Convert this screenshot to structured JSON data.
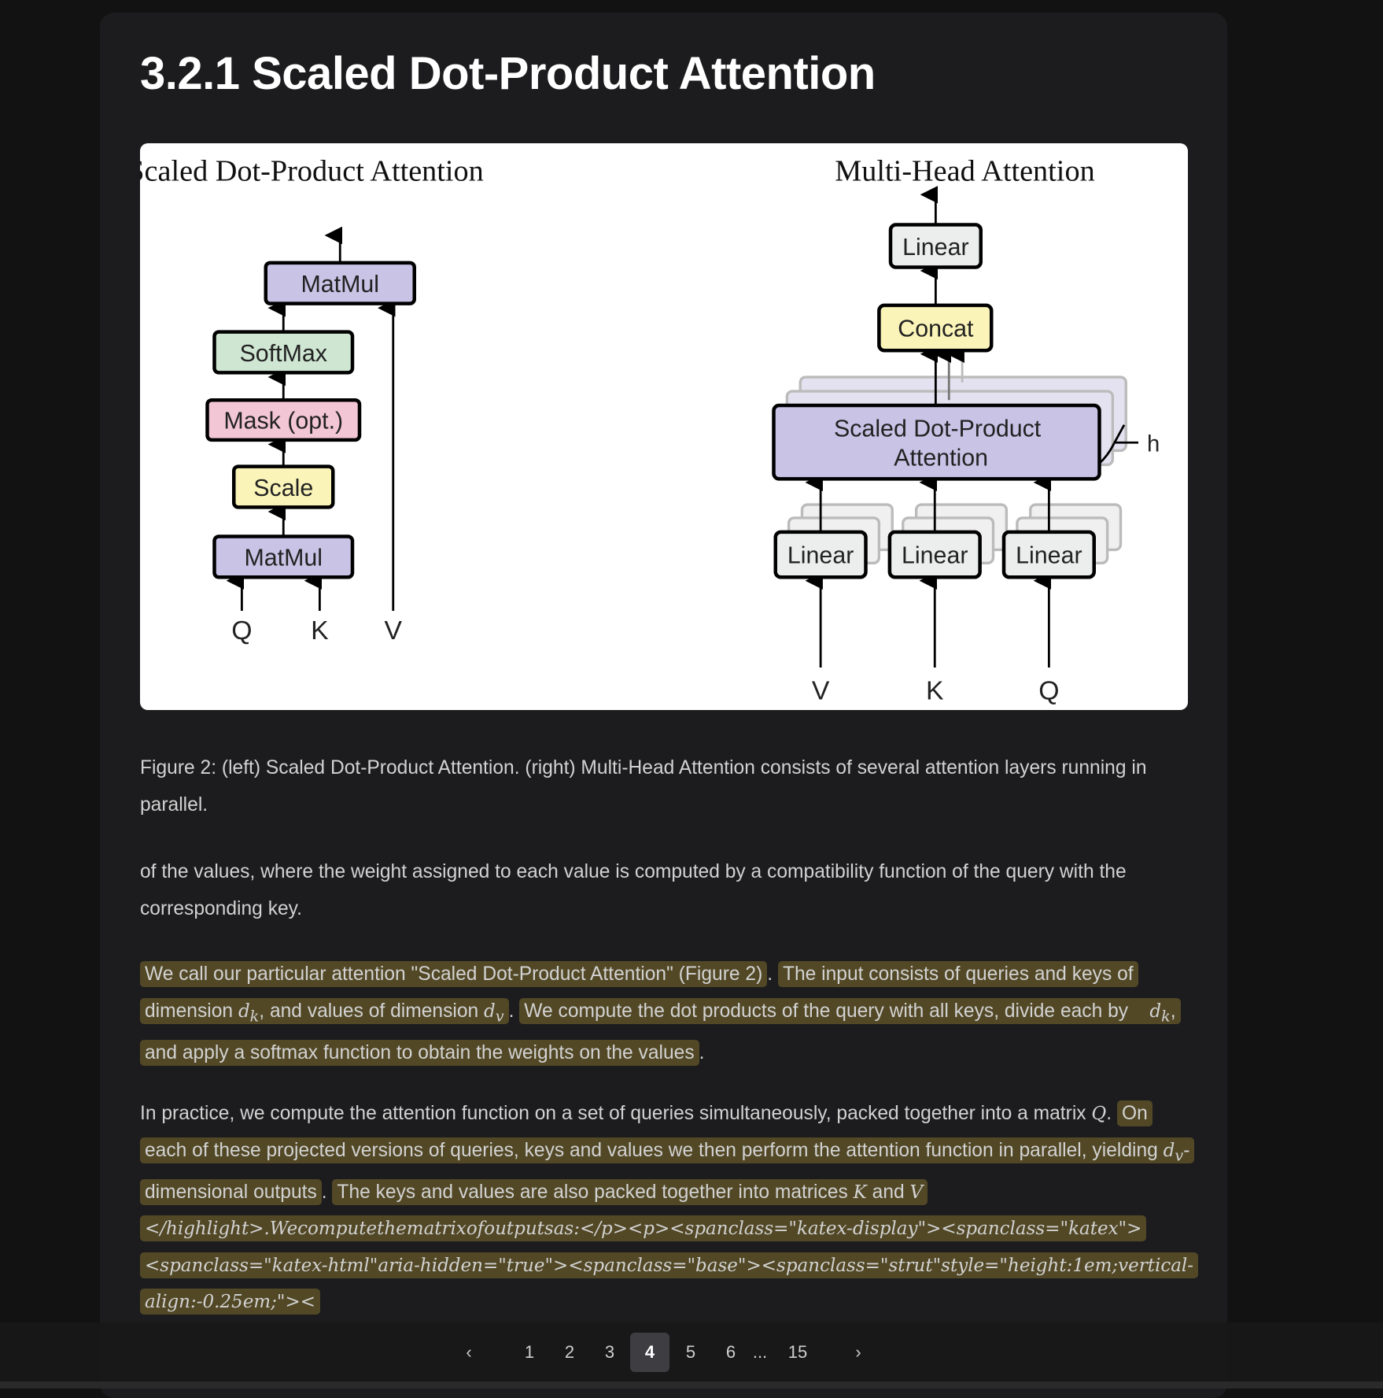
{
  "title": "3.2.1 Scaled Dot-Product Attention",
  "figure": {
    "left_title": "Scaled Dot-Product Attention",
    "right_title": "Multi-Head Attention",
    "left_boxes": [
      "MatMul",
      "SoftMax",
      "Mask (opt.)",
      "Scale",
      "MatMul"
    ],
    "left_inputs": [
      "Q",
      "K",
      "V"
    ],
    "right_top": "Linear",
    "concat": "Concat",
    "sdpa_line1": "Scaled Dot-Product",
    "sdpa_line2": "Attention",
    "h": "h",
    "linear": "Linear",
    "right_inputs": [
      "V",
      "K",
      "Q"
    ]
  },
  "caption": "Figure 2: (left) Scaled Dot-Product Attention. (right) Multi-Head Attention consists of several attention layers running in parallel.",
  "para1": "of the values, where the weight assigned to each value is computed by a compatibility function of the query with the corresponding key.",
  "para2": {
    "h1": "We call our particular attention \"Scaled Dot-Product Attention\" (Figure 2)",
    "h2a": "The input consists of queries and keys of dimension ",
    "dk": "d",
    "k": "k",
    "v": "v",
    "h2b": ", and values of dimension ",
    "h3": "We compute the dot products of the query with all keys, divide each by ",
    "h3b": ", and apply a softmax function to obtain the weights on the values",
    "dot": ".",
    "sep": ". "
  },
  "para3": {
    "t1": "In practice, we compute the attention function on a set of queries simultaneously, packed together into a matrix ",
    "Q": "Q",
    "sep": ". ",
    "h1": "On each of these projected versions of queries, keys and values we then perform the attention function in parallel, yielding ",
    "h1b": "-dimensional outputs",
    "h2": "The keys and values are also packed together into matrices ",
    "K": "K",
    "and": " and ",
    "raw": "V </highlight>.Wecomputethematrixofoutputsas:</p><p><spanclass=\"katex-display\"><spanclass=\"katex\"><spanclass=\"katex-html\"aria-hidden=\"true\"><spanclass=\"base\"><spanclass=\"strut\"style=\"height:1em;vertical-align:-0.25em;\"><"
  },
  "pagination": {
    "prev": "‹",
    "next": "›",
    "pages": [
      "1",
      "2",
      "3",
      "4",
      "5",
      "6"
    ],
    "ellipsis": "...",
    "last": "15",
    "current": "4"
  }
}
